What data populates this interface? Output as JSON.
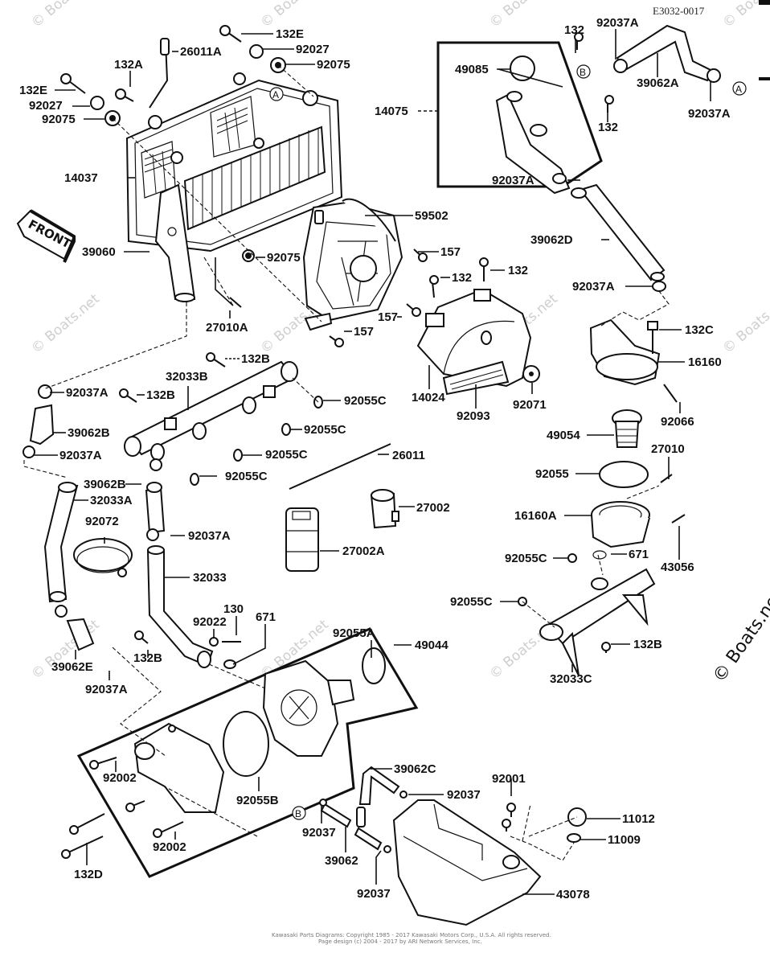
{
  "diagram": {
    "code": "E3032-0017",
    "front_label": "FRONT",
    "reference_markers": {
      "a": "A",
      "b": "B"
    },
    "watermark": "© Boats.net",
    "copyright_line1": "Kawasaki Parts Diagrams: Copyright 1985 - 2017 Kawasaki Motors Corp., U.S.A. All rights reserved.",
    "copyright_line2": "Page design (c) 2004 - 2017 by ARI Network Services, Inc.",
    "labels": {
      "l132E_top": "132E",
      "l26011A": "26011A",
      "l92027_top": "92027",
      "l92075_top": "92075",
      "l132A": "132A",
      "l132E_left": "132E",
      "l92027_left": "92027",
      "l92075_left": "92075",
      "l14037": "14037",
      "l39060": "39060",
      "l92075_mid": "92075",
      "l27010A": "27010A",
      "l59502": "59502",
      "l157_a": "157",
      "l157_b": "157",
      "l157_c": "157",
      "l132_cov1": "132",
      "l132_cov2": "132",
      "l14024": "14024",
      "l92093": "92093",
      "l92071": "92071",
      "l14075": "14075",
      "l49085": "49085",
      "l132_tr1": "132",
      "l132_tr2": "132",
      "l92037A_tr1": "92037A",
      "l39062A": "39062A",
      "l92037A_tr2": "92037A",
      "l92037A_r1": "92037A",
      "l39062D": "39062D",
      "l92037A_r2": "92037A",
      "l132C": "132C",
      "l16160": "16160",
      "l92066": "92066",
      "l49054": "49054",
      "l27010": "27010",
      "l92055": "92055",
      "l16160A": "16160A",
      "l43056": "43056",
      "l92055C_r1": "92055C",
      "l671_r": "671",
      "l92055C_r2": "92055C",
      "l132B_r": "132B",
      "l32033C": "32033C",
      "l132B_a": "132B",
      "l32033B": "32033B",
      "l92037A_l1": "92037A",
      "l132B_b": "132B",
      "l92055C_1": "92055C",
      "l92055C_2": "92055C",
      "l92055C_3": "92055C",
      "l92055C_4": "92055C",
      "l39062B_1": "39062B",
      "l92037A_l2": "92037A",
      "l26011": "26011",
      "l39062B_2": "39062B",
      "l32033A": "32033A",
      "l27002": "27002",
      "l92072": "92072",
      "l92037A_m": "92037A",
      "l27002A": "27002A",
      "l32033": "32033",
      "l130": "130",
      "l92022": "92022",
      "l671_m": "671",
      "l92055A": "92055A",
      "l49044": "49044",
      "l132B_c": "132B",
      "l39062E": "39062E",
      "l92037A_l3": "92037A",
      "l92002_1": "92002",
      "l92055B": "92055B",
      "l92002_2": "92002",
      "l132D": "132D",
      "l39062C": "39062C",
      "l92037_1": "92037",
      "l92037_2": "92037",
      "l39062": "39062",
      "l92037_3": "92037",
      "l92001": "92001",
      "l11012": "11012",
      "l11009": "11009",
      "l43078": "43078"
    }
  }
}
